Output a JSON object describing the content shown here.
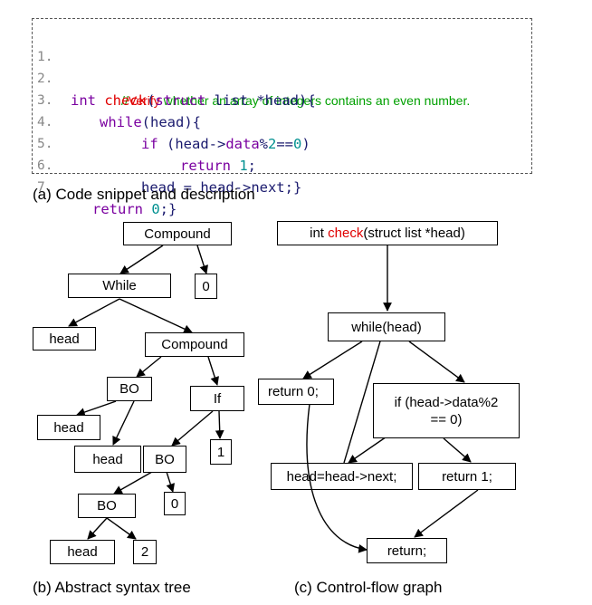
{
  "code": {
    "line_numbers": [
      "1.",
      "2.",
      "3.",
      "4.",
      "5.",
      "6.",
      "7."
    ],
    "comment_prefix": "//",
    "comment_verify": "Verify",
    "comment_rest": " whether an array of integers contains an even number.",
    "l2_kw_int": "int ",
    "l2_check": "check",
    "l2_open": "(",
    "l2_kw_struct": "struct",
    "l2_rest": " list *head){",
    "l3_kw": "while",
    "l3_rest": "(head){",
    "l4_kw": "if",
    "l4_a": " (head->",
    "l4_data": "data",
    "l4_b": "%",
    "l4_2": "2",
    "l4_c": "==",
    "l4_0": "0",
    "l4_d": ")",
    "l5_kw": "return ",
    "l5_num": "1",
    "l5_end": ";",
    "l6": "head = head->next;}",
    "l7_kw": "return ",
    "l7_num": "0",
    "l7_end": ";}"
  },
  "captions": {
    "a": "(a) Code snippet and description",
    "b": "(b) Abstract syntax tree",
    "c": "(c) Control-flow graph"
  },
  "ast": {
    "compound_root": "Compound",
    "while": "While",
    "zero_top": "0",
    "head_1": "head",
    "compound_2": "Compound",
    "bo_1": "BO",
    "if": "If",
    "head_2": "head",
    "head_3": "head",
    "bo_2": "BO",
    "one": "1",
    "bo_3": "BO",
    "zero_2": "0",
    "head_4": "head",
    "two": "2"
  },
  "cfg": {
    "entry_prefix": "int ",
    "entry_check": "check",
    "entry_suffix": "(struct list *head)",
    "while": "while(head)",
    "return0": "return 0;",
    "if_line1": "if (head->data%2",
    "if_line2": "== 0)",
    "assign": "head=head->next;",
    "return1": "return 1;",
    "return_exit": "return;"
  },
  "colors": {
    "comment_green": "#00a000",
    "highlight_red": "#e00000",
    "keyword_purple": "#7a00a0",
    "number_teal": "#009090"
  }
}
